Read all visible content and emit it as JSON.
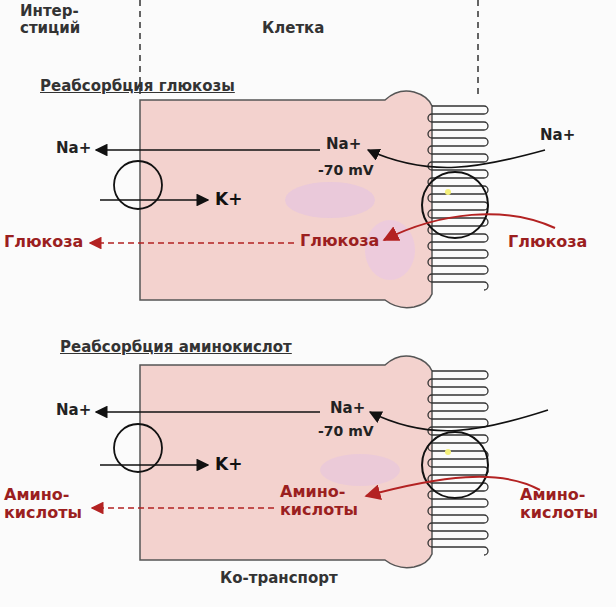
{
  "diagram": {
    "nodes": [
      {
        "text": [
          "Реабсорбция глюкозы",
          "Na+",
          "-70 mV",
          "K+",
          "Глюкоза"
        ]
      },
      {
        "text": [
          "Реабсорбция аминокислот",
          "Na+",
          "-70 mV",
          "K+",
          "Амино- кислоты"
        ]
      }
    ],
    "labels": [
      "Интер- стиций",
      "Клетка",
      "Na+",
      "Na+",
      "Глюкоза",
      "Глюкоза",
      "Na+",
      "Амино- кислоты",
      "Амино- кислоты",
      "Ко-транспорт"
    ]
  }
}
